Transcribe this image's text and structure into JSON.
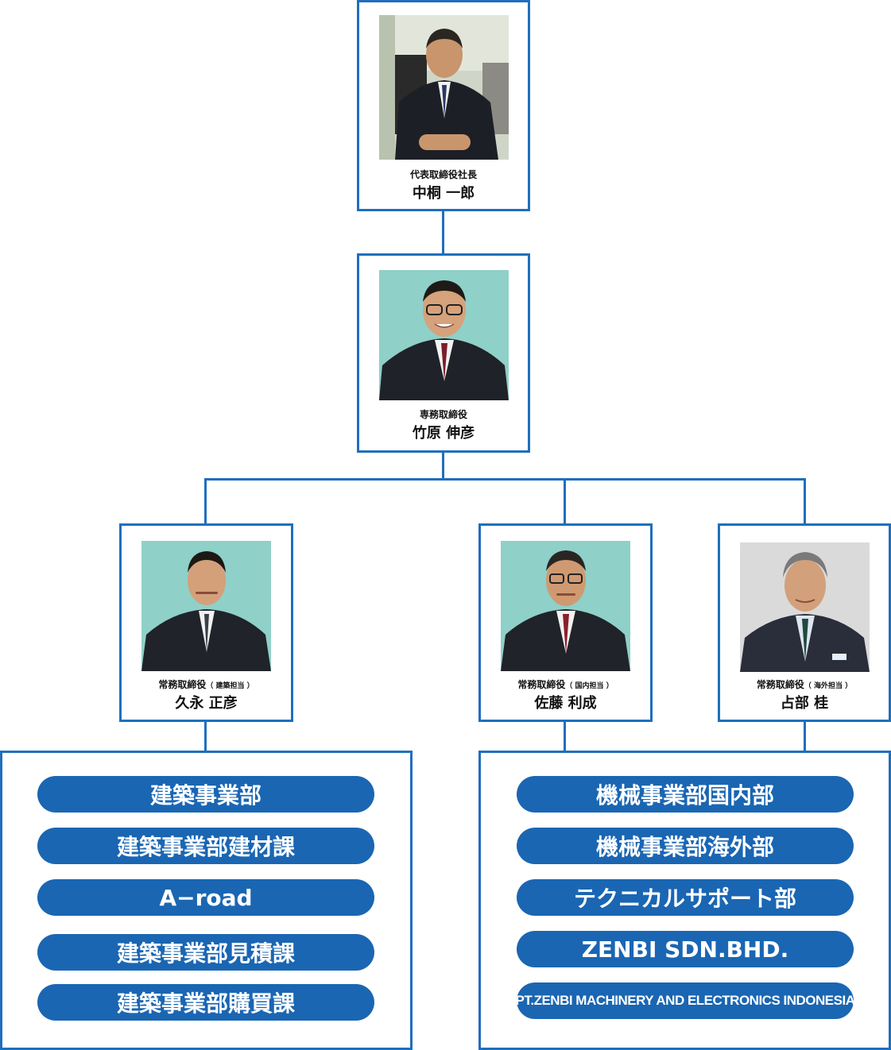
{
  "ceo": {
    "role": "代表取締役社長",
    "name": "中桐 一郎"
  },
  "senior_director": {
    "role": "専務取締役",
    "name": "竹原 伸彦"
  },
  "directors": [
    {
      "role": "常務取締役",
      "role_note": "（ 建築担当 ）",
      "name": "久永 正彦"
    },
    {
      "role": "常務取締役",
      "role_note": "（ 国内担当 ）",
      "name": "佐藤 利成"
    },
    {
      "role": "常務取締役",
      "role_note": "（ 海外担当 ）",
      "name": "占部 桂"
    }
  ],
  "construction_departments": [
    "建築事業部",
    "建築事業部建材課",
    "A−road",
    "建築事業部見積課",
    "建築事業部購買課"
  ],
  "machinery_departments": [
    "機械事業部国内部",
    "機械事業部海外部",
    "テクニカルサポート部",
    "ZENBI SDN.BHD.",
    "PT.ZENBI MACHINERY AND ELECTRONICS INDONESIA"
  ],
  "colors": {
    "accent": "#1f6fbd",
    "pill": "#1a66b3"
  }
}
